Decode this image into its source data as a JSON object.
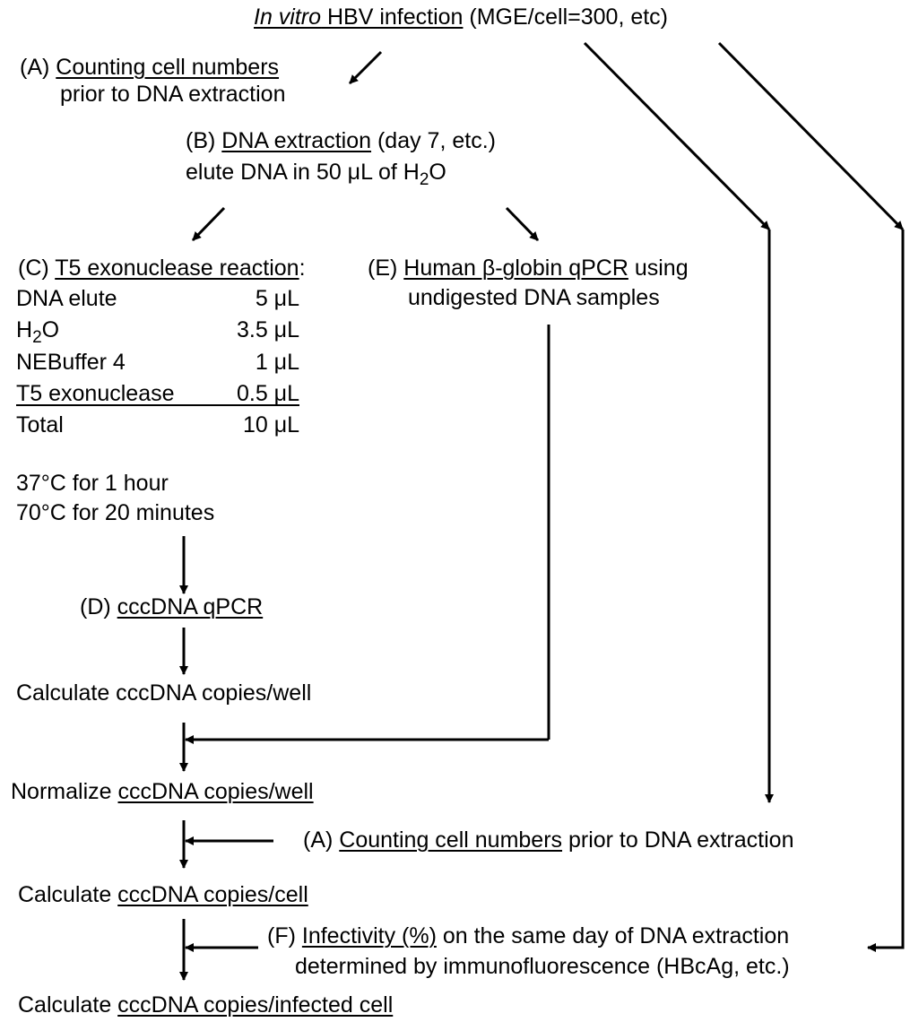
{
  "header": {
    "italic": "In vitro",
    "title_rest": " HBV infection",
    "params": " (MGE/cell=300, etc)"
  },
  "step_a": {
    "prefix": "(A) ",
    "title": "Counting cell numbers",
    "line2": "prior to DNA extraction"
  },
  "step_b": {
    "prefix": "(B) ",
    "title": "DNA extraction",
    "suffix": " (day 7, etc.)",
    "line2_pre": "elute DNA  in 50 μL of H",
    "line2_sub": "2",
    "line2_post": "O"
  },
  "step_c": {
    "prefix": "(C) ",
    "title": "T5 exonuclease reaction",
    "colon": ":",
    "rows": [
      {
        "label": "DNA elute",
        "amount": "5 μL"
      },
      {
        "label_pre": "H",
        "label_sub": "2",
        "label_post": "O",
        "amount": "3.5 μL"
      },
      {
        "label": "NEBuffer 4",
        "amount": "1 μL"
      },
      {
        "label": "T5 exonuclease",
        "amount": "0.5 μL"
      },
      {
        "label": "Total",
        "amount": "10 μL"
      }
    ],
    "cond1": "37°C for 1 hour",
    "cond2": "70°C for 20 minutes"
  },
  "step_e": {
    "prefix": "(E) ",
    "title": "Human β-globin qPCR",
    "suffix": " using",
    "line2": "undigested DNA samples"
  },
  "step_d": {
    "prefix": "(D) ",
    "title": "cccDNA qPCR"
  },
  "calc_well": "Calculate cccDNA copies/well",
  "normalize": {
    "prefix": "Normalize ",
    "title": "cccDNA copies/well"
  },
  "step_a2": {
    "prefix": "(A) ",
    "title": "Counting cell numbers",
    "suffix": " prior to DNA extraction"
  },
  "calc_cell": {
    "prefix": "Calculate ",
    "title": "cccDNA copies/cell"
  },
  "step_f": {
    "prefix": "(F) ",
    "title": "Infectivity (%)",
    "suffix": " on the same day of DNA extraction",
    "line2": "determined by immunofluorescence (HBcAg, etc.)"
  },
  "calc_infected": {
    "prefix": "Calculate ",
    "title": "cccDNA copies/infected cell"
  }
}
